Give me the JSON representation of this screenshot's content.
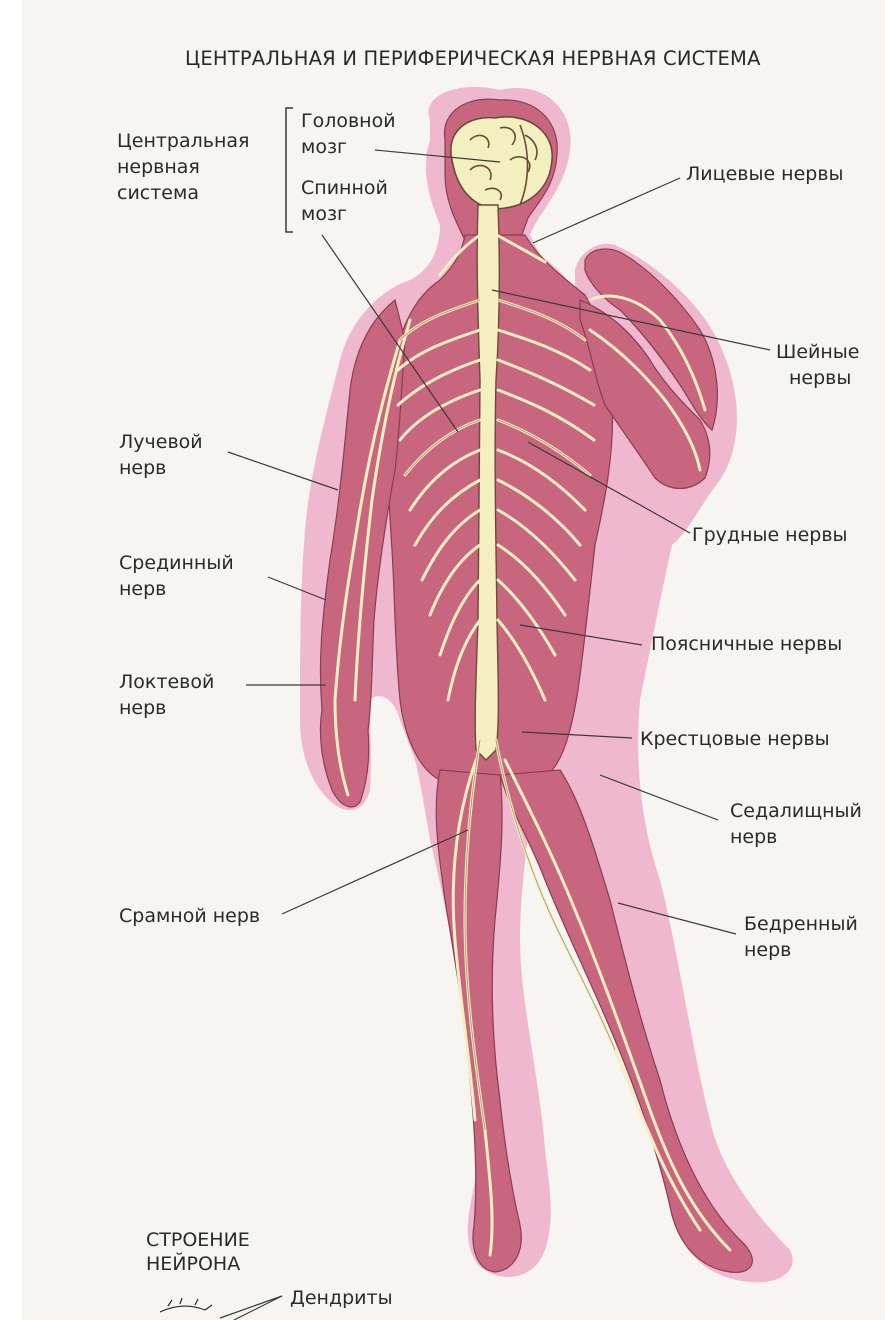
{
  "title": "ЦЕНТРАЛЬНАЯ И ПЕРИФЕРИЧЕСКАЯ НЕРВНАЯ СИСТЕМА",
  "groups": {
    "cns_line1": "Центральная",
    "cns_line2": "нервная",
    "cns_line3": "система"
  },
  "labels": {
    "brain_1": "Головной",
    "brain_2": "мозг",
    "spinal_1": "Спинной",
    "spinal_2": "мозг",
    "facial": "Лицевые нервы",
    "cervical_1": "Шейные",
    "cervical_2": "нервы",
    "radial_1": "Лучевой",
    "radial_2": "нерв",
    "thoracic": "Грудные нервы",
    "median_1": "Срединный",
    "median_2": "нерв",
    "lumbar": "Поясничные нервы",
    "ulnar_1": "Локтевой",
    "ulnar_2": "нерв",
    "sacral": "Крестцовые нервы",
    "sciatic_1": "Седалищный",
    "sciatic_2": "нерв",
    "pudendal": "Срамной нерв",
    "femoral_1": "Бедренный",
    "femoral_2": "нерв",
    "neuron_1": "СТРОЕНИЕ",
    "neuron_2": "НЕЙРОНА",
    "dendrites": "Дендриты"
  },
  "colors": {
    "halo": "#efb8cf",
    "body": "#c9667f",
    "nerve": "#f3efbe",
    "nerve_edge": "#6a4a3a",
    "leader": "#3a3a3a",
    "text": "#2a2a2a"
  }
}
